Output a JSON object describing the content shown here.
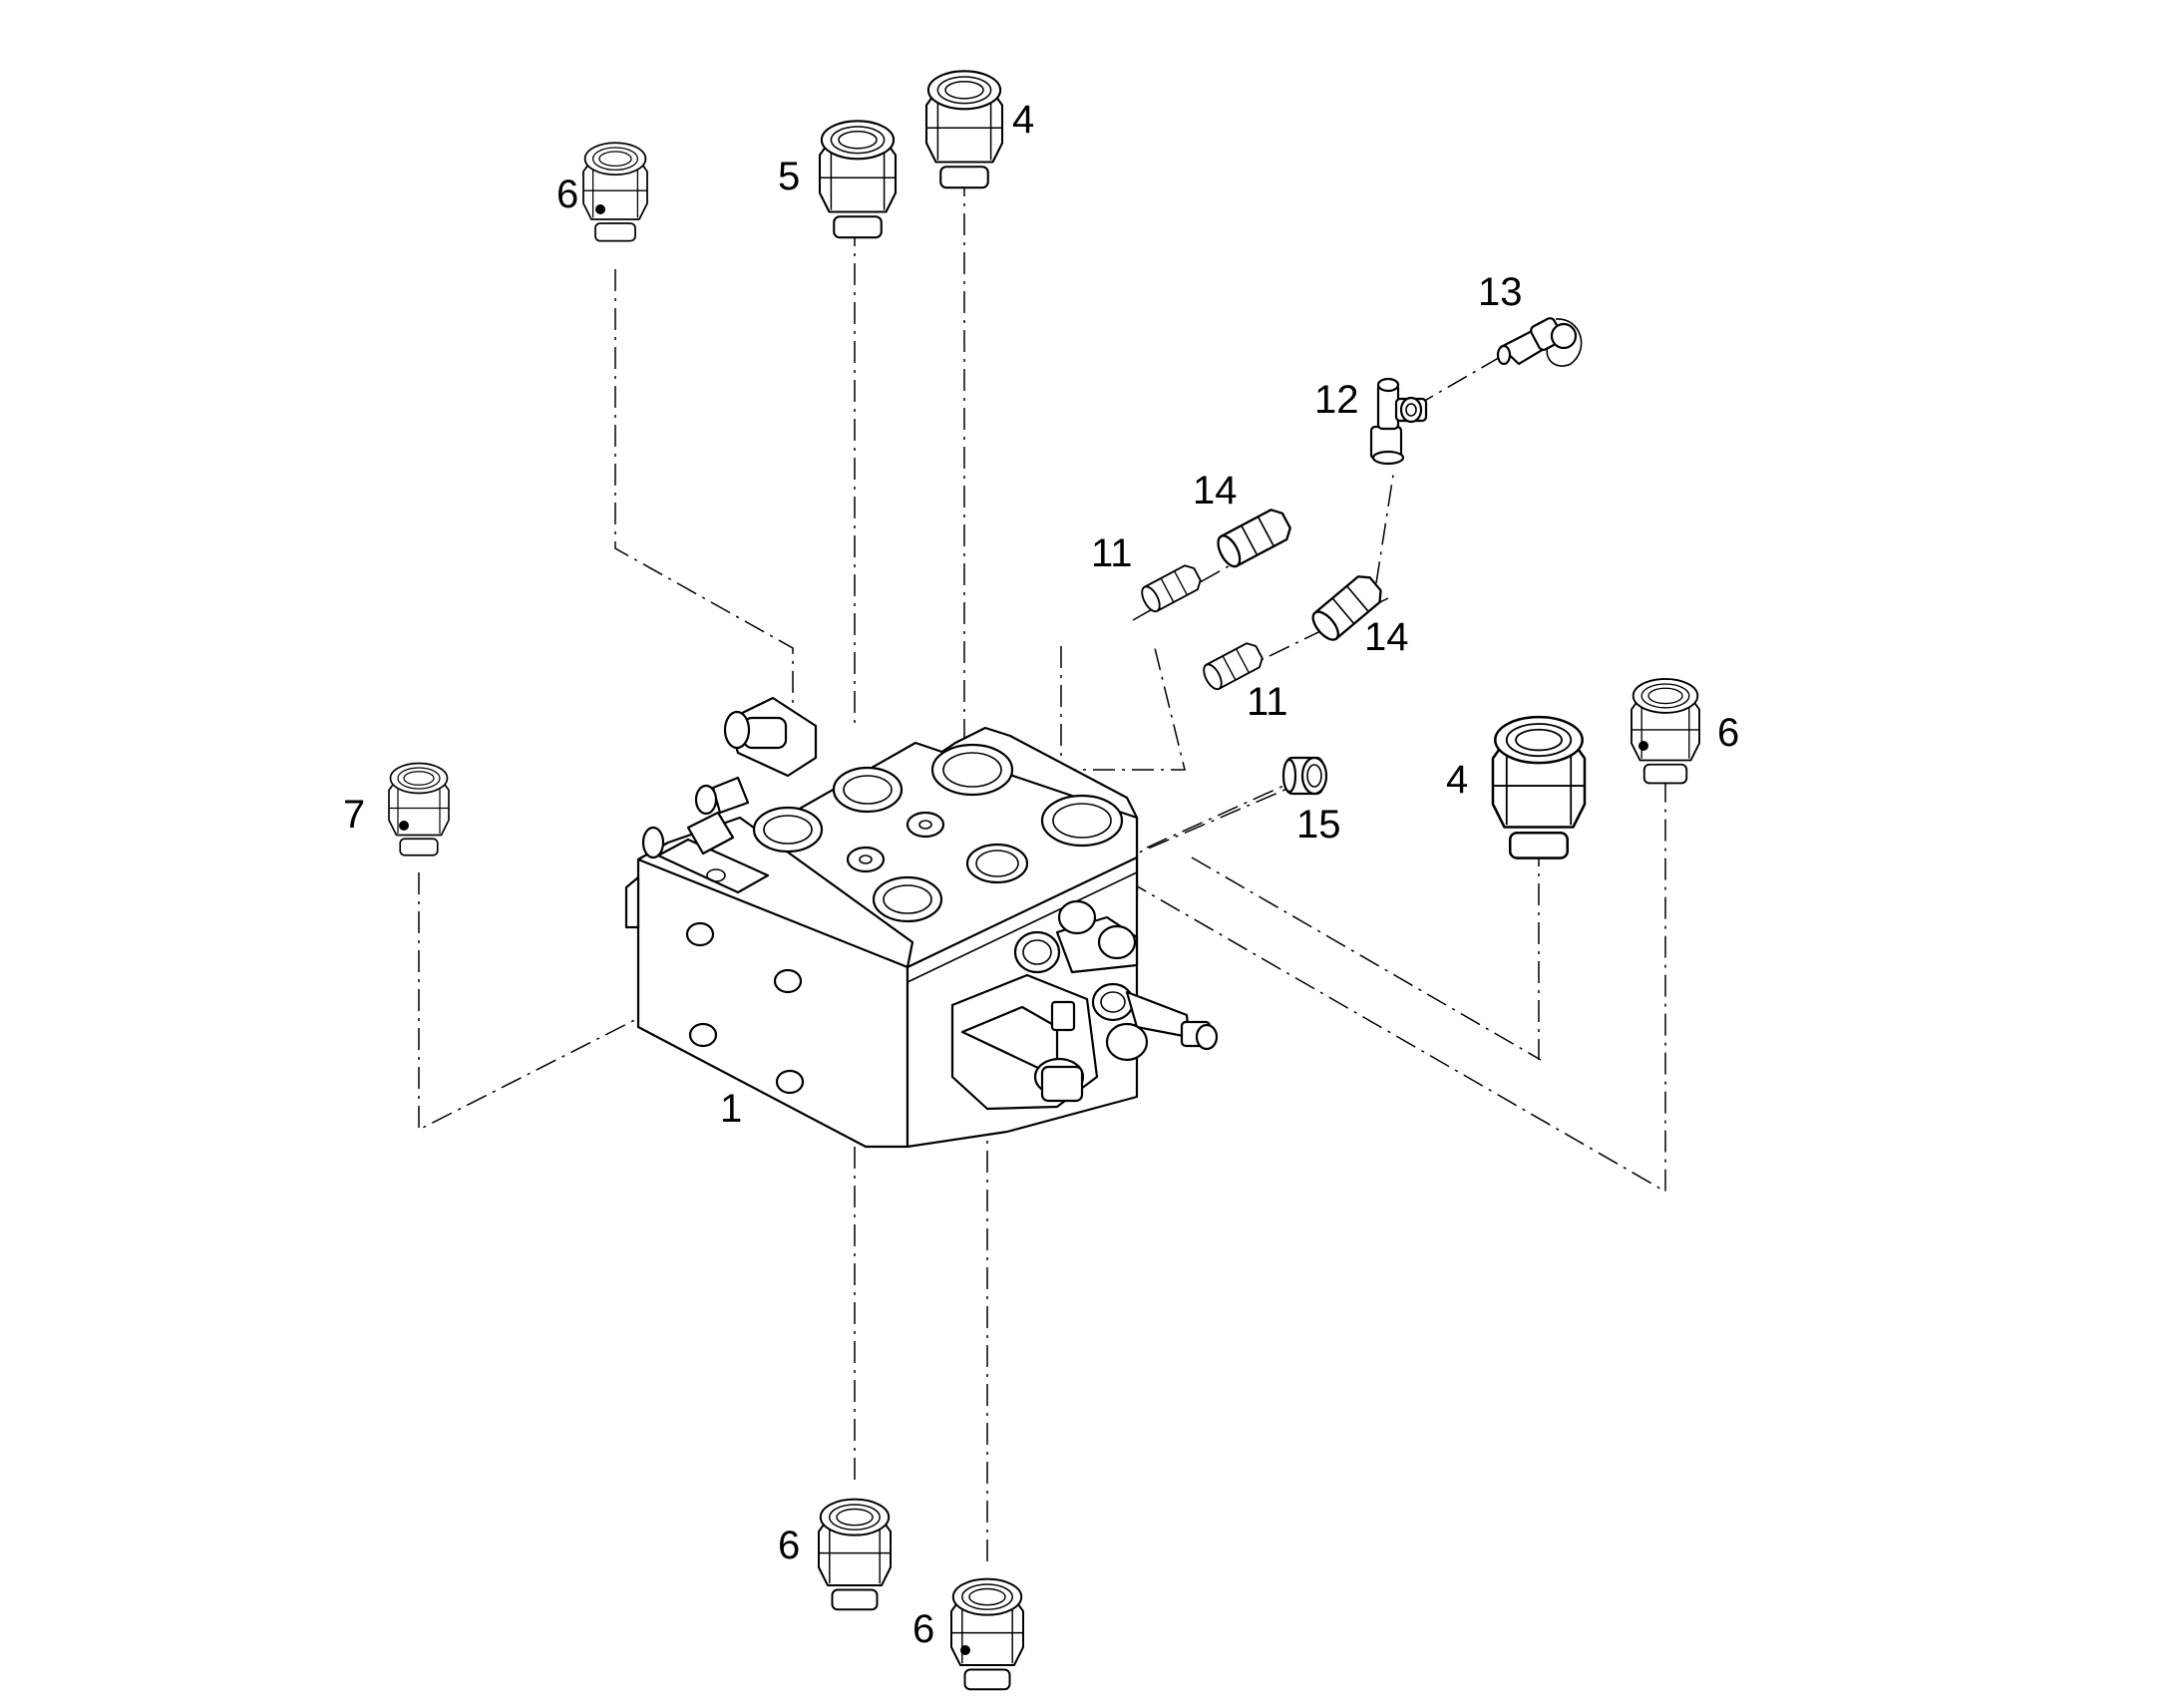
{
  "callouts": {
    "c6_top_left": "6",
    "c5_top": "5",
    "c4_top": "4",
    "c13": "13",
    "c12": "12",
    "c14_upper": "14",
    "c11_upper": "11",
    "c14_lower": "14",
    "c11_lower": "11",
    "c7": "7",
    "c15": "15",
    "c4_right": "4",
    "c6_right": "6",
    "c1": "1",
    "c6_bottom_left": "6",
    "c6_bottom_right": "6"
  }
}
